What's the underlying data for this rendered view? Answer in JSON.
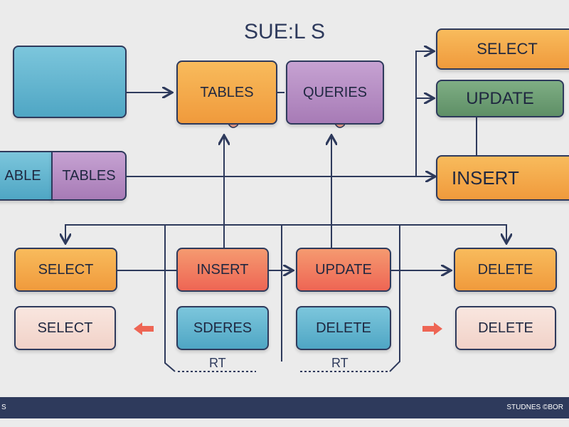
{
  "title": "SUE:L S",
  "boxes": {
    "able": "ABLE",
    "tables_left": "TABLES",
    "tables": "TABLES",
    "queries": "QUERIES",
    "select_r": "SELECT",
    "update_r": "UPDATE",
    "insert_r": "INSERT",
    "select_1": "SELECT",
    "insert_1": "INSERT",
    "update_1": "UPDATE",
    "delete_1": "DELETE",
    "select_2": "SELECT",
    "sderes": "SDERES",
    "delete_2": "DELETE",
    "delete_3": "DELETE"
  },
  "labels": {
    "rt1": "RT",
    "rt2": "RT"
  },
  "footer": {
    "left": "S",
    "right": "STUDNES ©BOR"
  }
}
